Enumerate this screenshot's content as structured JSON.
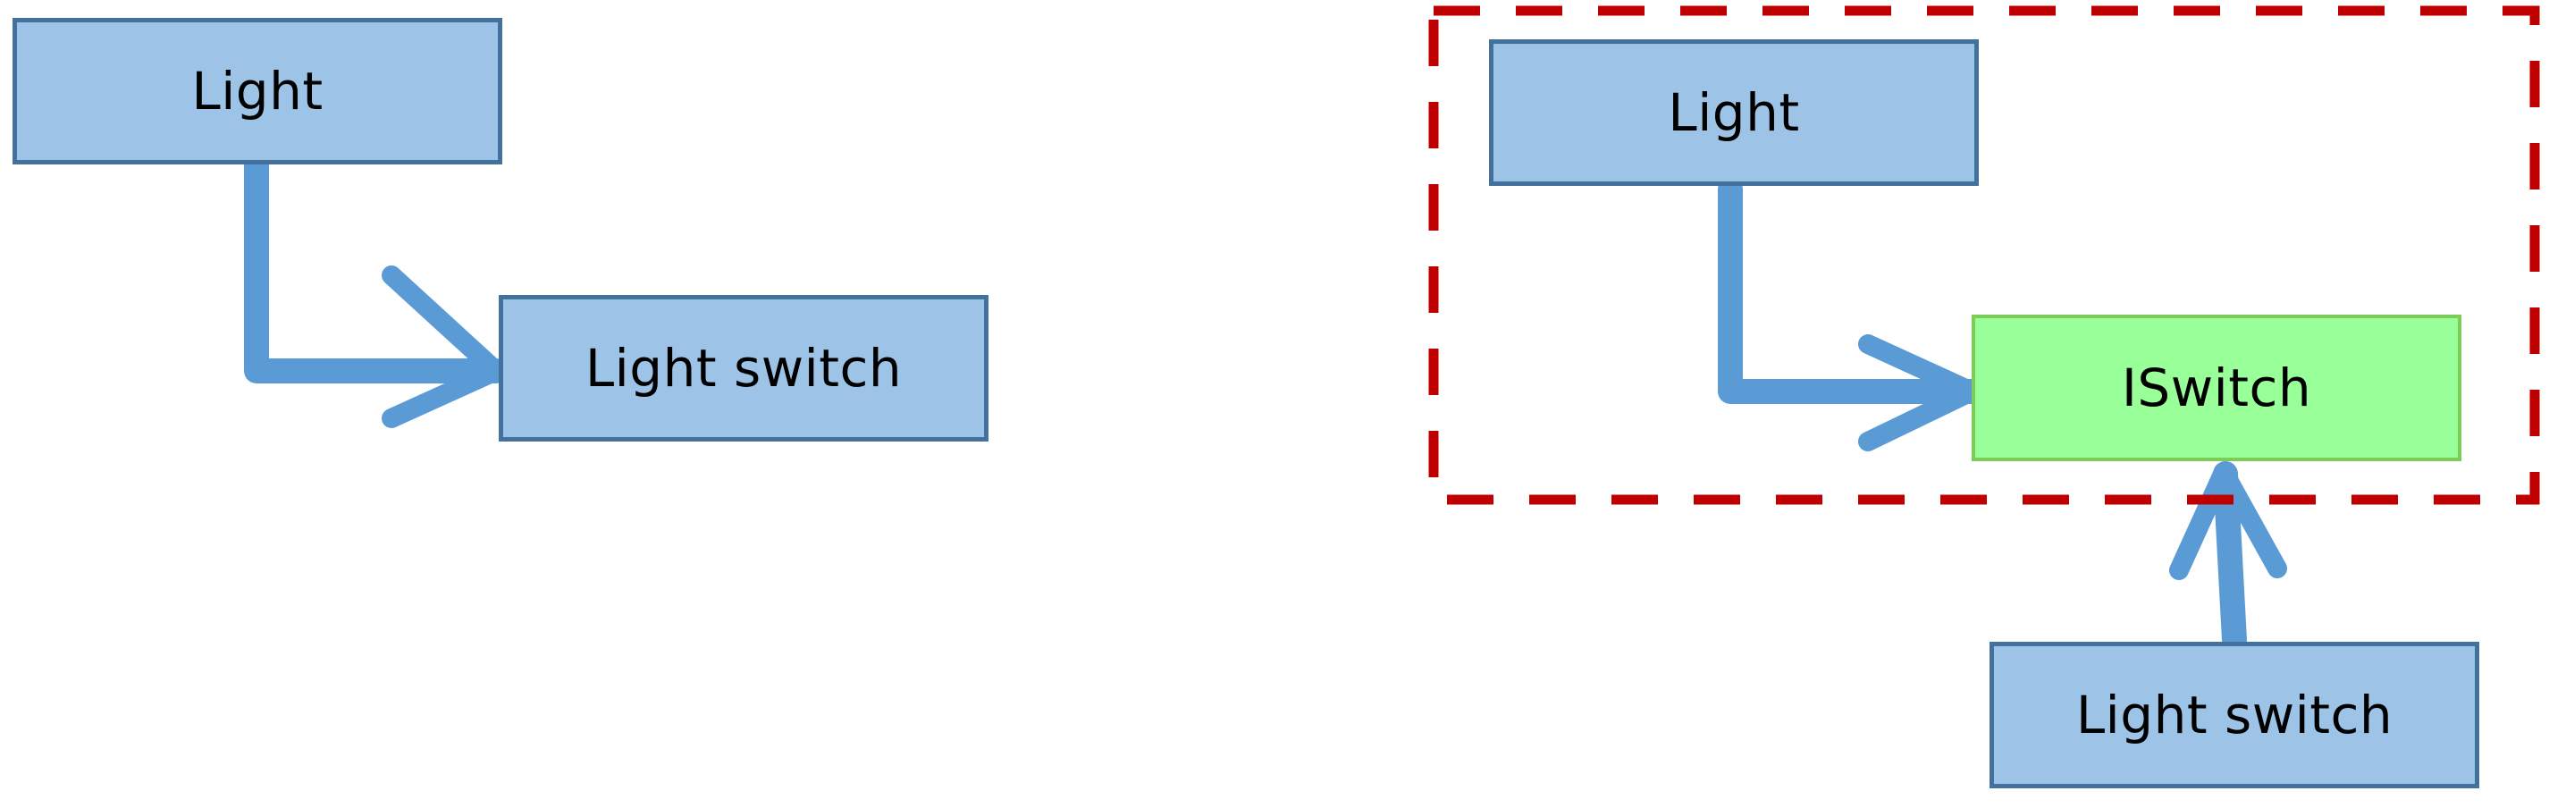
{
  "colors": {
    "node_fill": "#9dc3e6",
    "node_border": "#41719c",
    "interface_fill": "#99ff99",
    "interface_border": "#7dcc5a",
    "arrow": "#5b9bd5",
    "boundary": "#c00000"
  },
  "left_diagram": {
    "light": "Light",
    "light_switch": "Light switch"
  },
  "right_diagram": {
    "light": "Light",
    "interface": "ISwitch",
    "light_switch": "Light switch"
  }
}
